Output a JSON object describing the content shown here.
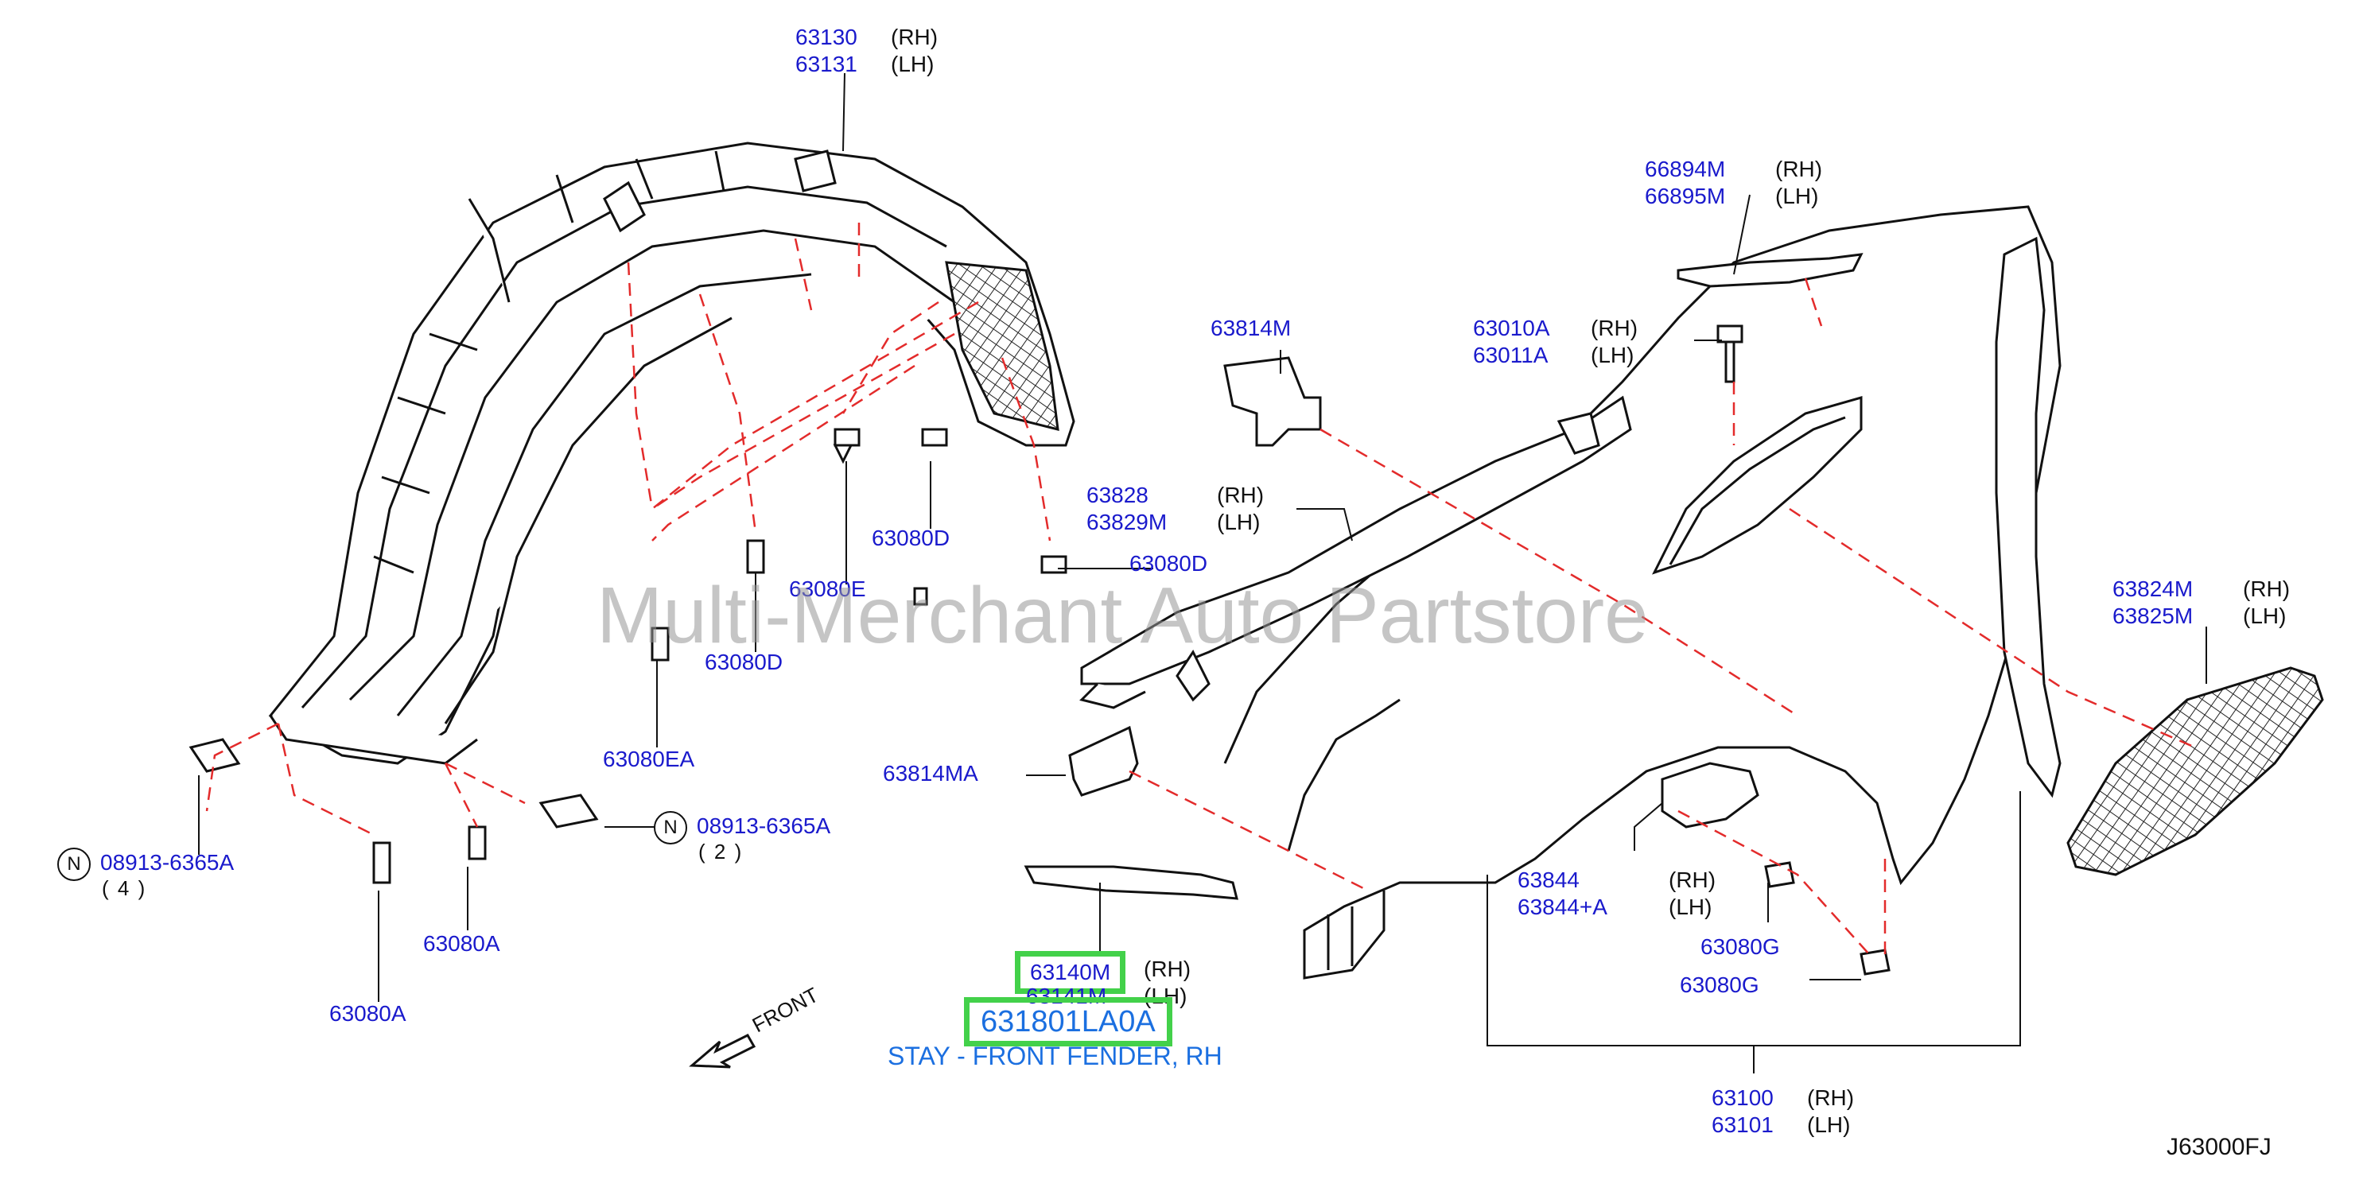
{
  "watermark": "Multi-Merchant Auto Partstore",
  "diagram_code": "J63000FJ",
  "front_label": "FRONT",
  "side_rh": "(RH)",
  "side_lh": "(LH)",
  "nut_symbol": "N",
  "callouts": {
    "c63130": "63130",
    "c63131": "63131",
    "c66894M": "66894M",
    "c66895M": "66895M",
    "c63814M": "63814M",
    "c63010A": "63010A",
    "c63011A": "63011A",
    "c63828": "63828",
    "c63829M": "63829M",
    "c63080D_a": "63080D",
    "c63080D_b": "63080D",
    "c63080D_c": "63080D",
    "c63080E": "63080E",
    "c63080EA": "63080EA",
    "c63824M": "63824M",
    "c63825M": "63825M",
    "c63814MA": "63814MA",
    "c08913_left": "08913-6365A",
    "qty_left": "( 4 )",
    "c08913_mid": "08913-6365A",
    "qty_mid": "( 2 )",
    "c63080A_a": "63080A",
    "c63080A_b": "63080A",
    "c63140M": "63140M",
    "c63141M": "63141M",
    "c63844": "63844",
    "c63844A": "63844+A",
    "c63080G_a": "63080G",
    "c63080G_b": "63080G",
    "c63100": "63100",
    "c63101": "63101"
  },
  "highlight": {
    "part_number": "631801LA0A",
    "description": "STAY - FRONT FENDER, RH"
  }
}
